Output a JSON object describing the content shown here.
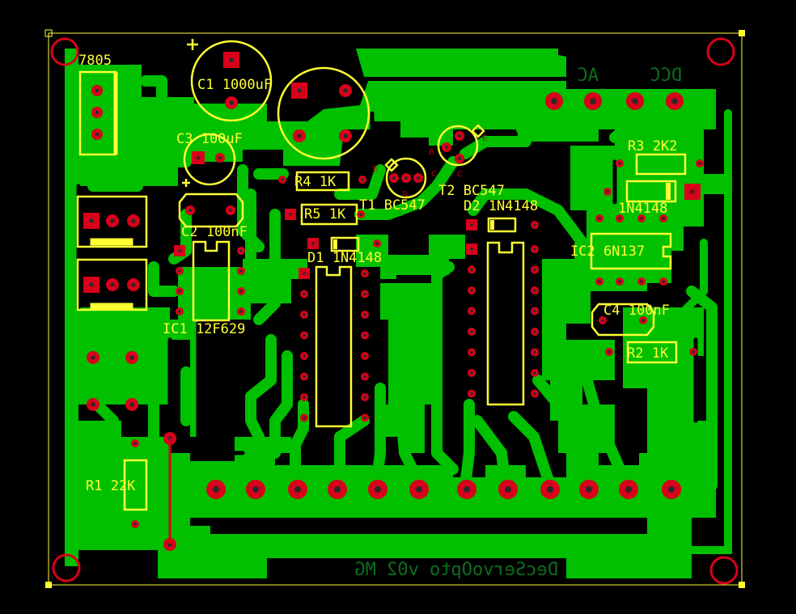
{
  "board": {
    "title": "DecServoOpto v02 MG",
    "connector_labels": {
      "ac": "AC",
      "dcc": "DCC"
    }
  },
  "components": {
    "reg": "7805",
    "c1": "C1 1000uF",
    "c3": "C3 100uF",
    "c2": "C2 100nF",
    "ic1": "IC1 12F629",
    "r4": "R4 1K",
    "r5": "R5 1K",
    "d1": "D1 1N4148",
    "t1": "T1 BC547",
    "t2": "T2 BC547",
    "d2": "D2 1N4148",
    "r3": "R3 2K2",
    "d3": "1N4148",
    "ic2": "IC2 6N137",
    "c4": "C4 100nF",
    "r2": "R2 1K",
    "r1": "R1 22K"
  },
  "pin_labels": {
    "e": "E",
    "b": "B",
    "c": "C"
  },
  "colors": {
    "background": "#000000",
    "copper": "#00c000",
    "pad": "#d8001a",
    "silkscreen": "#ffff33"
  }
}
